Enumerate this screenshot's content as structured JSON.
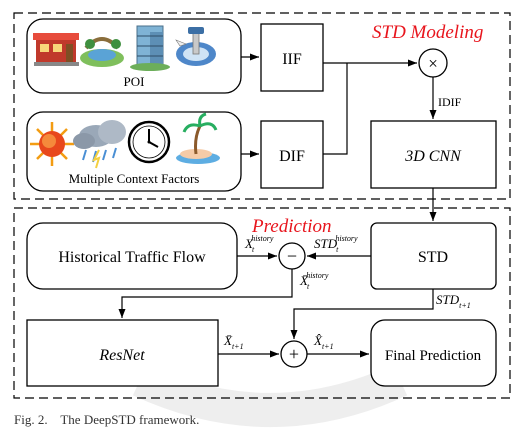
{
  "sections": {
    "modeling_title": "STD Modeling",
    "prediction_title": "Prediction"
  },
  "inputs": {
    "poi_label": "POI",
    "context_label": "Multiple Context Factors"
  },
  "blocks": {
    "iif": "IIF",
    "dif": "DIF",
    "cnn": "3D CNN",
    "historical": "Historical Traffic Flow",
    "std": "STD",
    "resnet": "ResNet",
    "final": "Final Prediction"
  },
  "operators": {
    "multiply": "×",
    "subtract": "−",
    "add": "+"
  },
  "edge_labels": {
    "idif": "IDIF",
    "x_history": {
      "base": "X",
      "sub": "t",
      "sup": "history"
    },
    "std_history": {
      "base": "STD",
      "sub": "t",
      "sup": "history"
    },
    "xbar_history": {
      "base": "X̄",
      "sub": "t",
      "sup": "history"
    },
    "std_next": {
      "base": "STD",
      "sub": "t+1"
    },
    "xbar_next": {
      "base": "X̄",
      "sub": "t+1"
    },
    "xhat_next": {
      "base": "X̂",
      "sub": "t+1"
    }
  },
  "caption": "Fig. 2.    The DeepSTD framework.",
  "colors": {
    "section_title": "#e8151d",
    "line": "#000000",
    "watermark": "#eeeeee"
  }
}
